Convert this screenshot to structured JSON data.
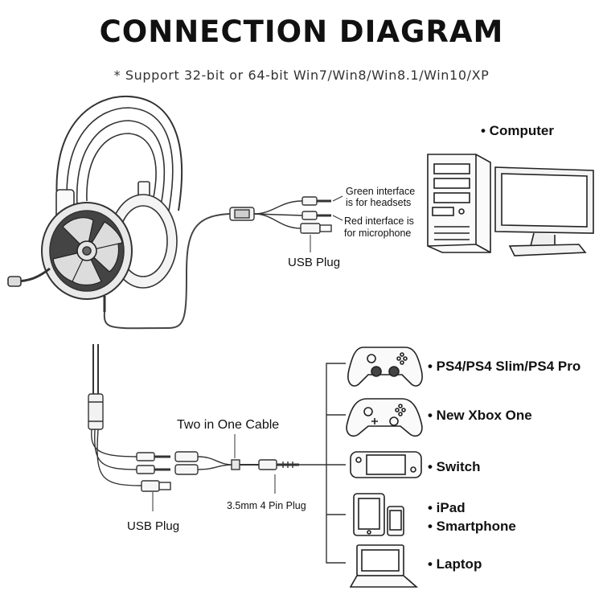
{
  "header": {
    "title": "CONNECTION DIAGRAM",
    "subtitle": "* Support 32-bit or 64-bit Win7/Win8/Win8.1/Win10/XP"
  },
  "pc_section": {
    "computer_label": "• Computer",
    "green_note_line1": "Green interface",
    "green_note_line2": "is for headsets",
    "red_note_line1": "Red interface is",
    "red_note_line2": "for microphone",
    "usb_plug_label": "USB Plug"
  },
  "console_section": {
    "cable_label": "Two in One Cable",
    "pin_plug_label": "3.5mm 4 Pin Plug",
    "usb_plug_label": "USB Plug",
    "devices": [
      {
        "label": "• PS4/PS4 Slim/PS4 Pro",
        "icon": "gamepad-ps4-icon"
      },
      {
        "label": "• New Xbox One",
        "icon": "gamepad-xbox-icon"
      },
      {
        "label": "• Switch",
        "icon": "switch-console-icon"
      },
      {
        "label": "• iPad",
        "icon": "tablet-phone-icon"
      },
      {
        "label": "• Smartphone",
        "icon": "tablet-phone-icon"
      },
      {
        "label": "• Laptop",
        "icon": "laptop-icon"
      }
    ]
  }
}
